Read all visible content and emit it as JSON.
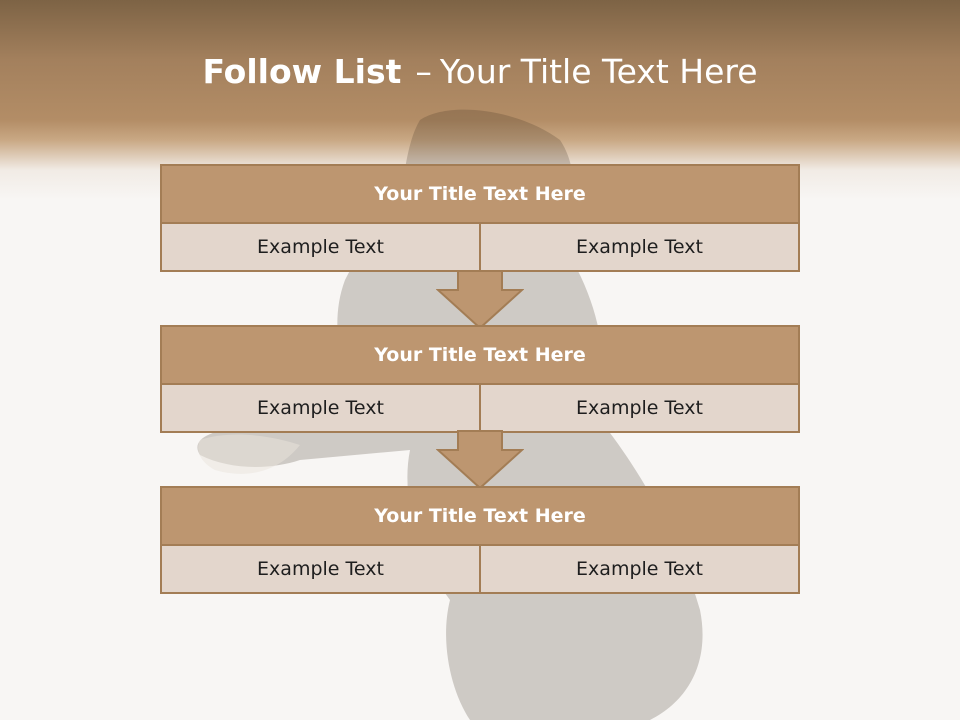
{
  "slide": {
    "title_bold": "Follow List",
    "title_dash": "–",
    "title_rest": "Your Title Text Here"
  },
  "blocks": [
    {
      "title": "Your Title Text Here",
      "cells": [
        "Example Text",
        "Example Text"
      ]
    },
    {
      "title": "Your Title Text Here",
      "cells": [
        "Example Text",
        "Example Text"
      ]
    },
    {
      "title": "Your Title Text Here",
      "cells": [
        "Example Text",
        "Example Text"
      ]
    }
  ],
  "colors": {
    "header": "#a3805d",
    "block_title": "#bd9670",
    "block_body": "#e3d6cc",
    "border": "#a37d55"
  }
}
